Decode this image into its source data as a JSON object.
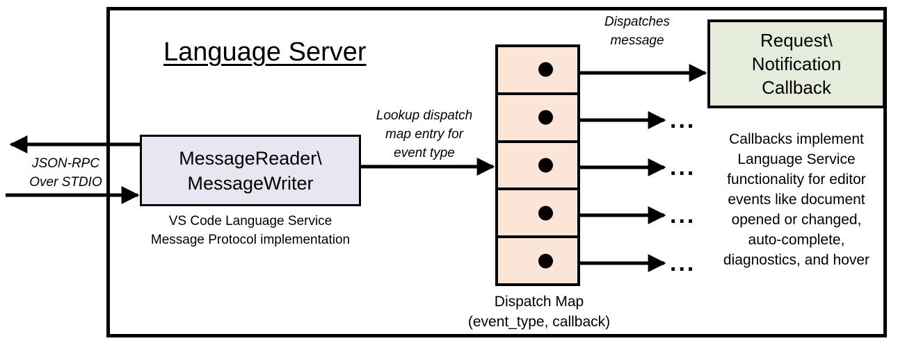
{
  "diagram": {
    "title": "Language Server",
    "colors": {
      "frame_border": "#000000",
      "message_box_fill": "#e9e6f1",
      "dispatch_map_fill": "#fbe5d6",
      "callback_box_fill": "#e6ecdb",
      "stroke": "#000000",
      "background": "#ffffff"
    }
  },
  "external_io": {
    "label_line1": "JSON-RPC",
    "label_line2": "Over STDIO",
    "outbound_arrow": "arrow-left-out",
    "inbound_arrow": "arrow-right-in"
  },
  "message_box": {
    "line1": "MessageReader\\",
    "line2": "MessageWriter",
    "caption_line1": "VS Code Language Service",
    "caption_line2": "Message Protocol implementation"
  },
  "lookup_edge": {
    "label_line1": "Lookup dispatch",
    "label_line2": "map entry for",
    "label_line3": "event type"
  },
  "dispatch_map": {
    "caption_line1": "Dispatch Map",
    "caption_line2": "(event_type, callback)",
    "rows": [
      {
        "index": 1,
        "dot": "entry-dot"
      },
      {
        "index": 2,
        "dot": "entry-dot"
      },
      {
        "index": 3,
        "dot": "entry-dot"
      },
      {
        "index": 4,
        "dot": "entry-dot"
      },
      {
        "index": 5,
        "dot": "entry-dot"
      }
    ]
  },
  "dispatch_edge": {
    "label_line1": "Dispatches",
    "label_line2": "message"
  },
  "callback_box": {
    "line1": "Request\\",
    "line2": "Notification",
    "line3": "Callback",
    "description_line1": "Callbacks implement",
    "description_line2": "Language Service",
    "description_line3": "functionality for editor",
    "description_line4": "events like document",
    "description_line5": "opened or changed,",
    "description_line6": "auto-complete,",
    "description_line7": "diagnostics, and hover"
  },
  "ellipses": {
    "row2": "...",
    "row3": "...",
    "row4": "...",
    "row5": "..."
  }
}
